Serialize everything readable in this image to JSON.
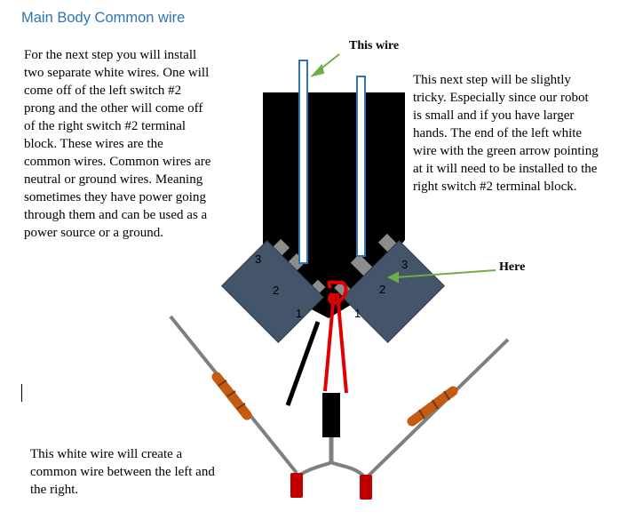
{
  "heading": "Main Body Common wire",
  "intro_lines": [
    "For the next step you will install",
    "two separate white wires.  One will",
    "come off of the left switch #2",
    "prong and the other will come off",
    "of the right switch #2 terminal",
    "block.  These wires are the",
    "common wires.  Common wires are",
    "neutral or ground wires.  Meaning",
    "sometimes they have power going",
    "through them and can be used as a",
    "power source or a ground."
  ],
  "tricky_lines": [
    "This next step will be slightly",
    "tricky.  Especially since our robot",
    "is small and if you have larger",
    "hands.  The end of the left white",
    "wire with the green arrow pointing",
    "at it will need to be installed to the",
    "right switch #2 terminal block."
  ],
  "bottom_lines": [
    "This white wire will create a",
    "common wire between the left and",
    "the right."
  ],
  "callouts": {
    "this_wire": "This wire",
    "here": "Here"
  },
  "terminal_numbers": {
    "left": [
      "3",
      "2",
      "1"
    ],
    "right": [
      "3",
      "2",
      "1"
    ]
  },
  "colors": {
    "heading": "#2e74b5",
    "body_block": "#000000",
    "switch_block": "#44546a",
    "white_wire_outline": "#2e75b6",
    "arrow": "#70ad47",
    "red_wire": "#e00000",
    "resistor": "#c55a11",
    "lead_wire": "#7f7f7f",
    "led": "#c00000"
  }
}
